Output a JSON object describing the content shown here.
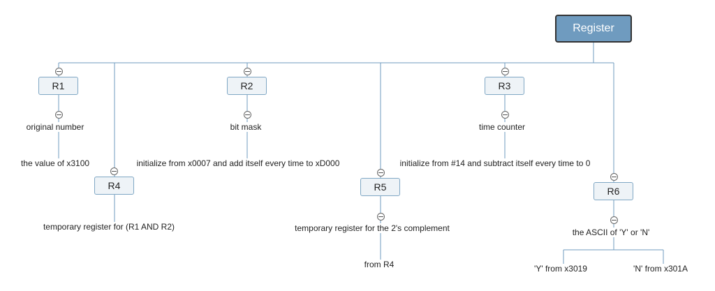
{
  "root": {
    "label": "Register"
  },
  "nodes": {
    "r1": {
      "label": "R1",
      "children": [
        "original number",
        "the value of x3100"
      ]
    },
    "r2": {
      "label": "R2",
      "children": [
        "bit mask",
        "initialize from x0007 and add itself every time to xD000"
      ]
    },
    "r3": {
      "label": "R3",
      "children": [
        "time counter",
        "initialize from #14 and subtract itself every time to 0"
      ]
    },
    "r4": {
      "label": "R4",
      "children": [
        "temporary register for (R1 AND R2)"
      ]
    },
    "r5": {
      "label": "R5",
      "children": [
        "temporary register for the 2's complement",
        "from R4"
      ]
    },
    "r6": {
      "label": "R6",
      "children": [
        "the ASCII of 'Y' or 'N'",
        "'Y' from x3019",
        "'N' from x301A"
      ]
    }
  },
  "colors": {
    "root_fill": "#6f9bbf",
    "line": "#6f9bbf",
    "node_fill": "#eef3f7",
    "node_border": "#7fa7c4"
  }
}
